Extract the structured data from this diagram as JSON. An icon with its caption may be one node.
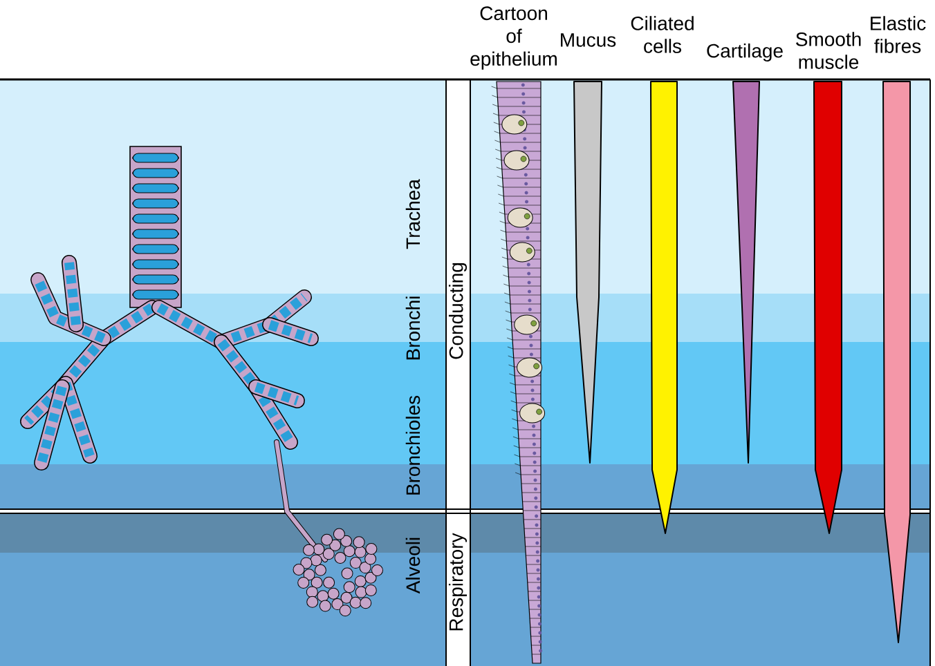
{
  "diagram": {
    "labels": [
      "Cartoon of epithelium",
      "Mucus",
      "Ciliated cells",
      "Cartilage",
      "Smooth muscle",
      "Elastic fibres",
      "Trachea",
      "Bronchi",
      "Bronchioles",
      "Alveoli",
      "Conducting",
      "Respiratory"
    ]
  }
}
